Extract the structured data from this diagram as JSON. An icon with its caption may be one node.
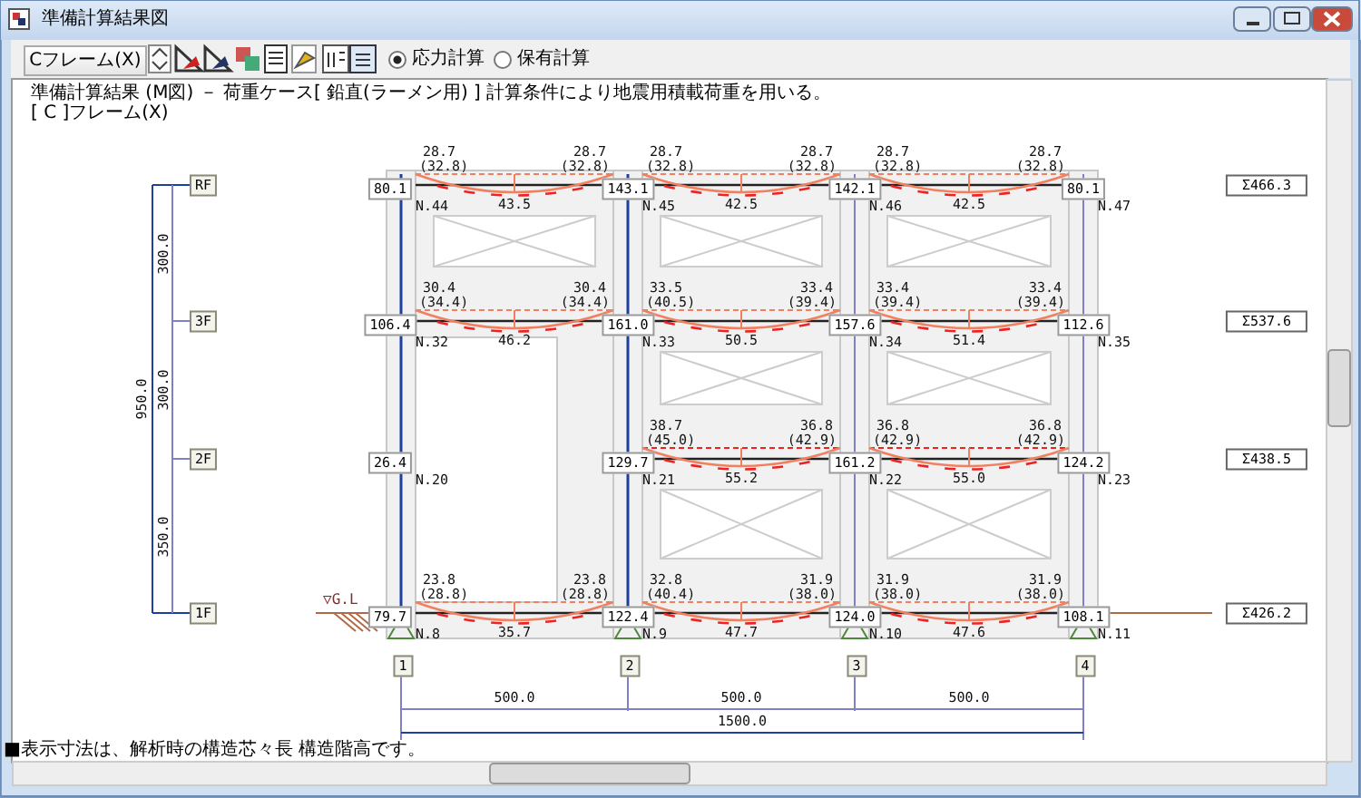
{
  "diagram": {
    "labels": [
      "準備計算結果図",
      "Cフレーム(X)",
      "応力計算",
      "保有計算",
      "準備計算結果 (M図) － 荷重ケース[ 鉛直(ラーメン用) ] 計算条件により地震用積載荷重を用いる。",
      "[ C ]フレーム(X)",
      "RF",
      "80.1",
      "143.1",
      "142.1",
      "80.1",
      "Σ466.3",
      "3F",
      "106.4",
      "161.0",
      "157.6",
      "112.6",
      "Σ537.6",
      "2F",
      "26.4",
      "129.7",
      "161.2",
      "124.2",
      "Σ438.5",
      "1F",
      "79.7",
      "122.4",
      "124.0",
      "108.1",
      "Σ426.2",
      "1",
      "2",
      "3",
      "4",
      "28.7",
      "(32.8)",
      "28.7",
      "(32.8)",
      "43.5",
      "28.7",
      "(32.8)",
      "28.7",
      "(32.8)",
      "42.5",
      "28.7",
      "(32.8)",
      "28.7",
      "(32.8)",
      "42.5",
      "30.4",
      "(34.4)",
      "30.4",
      "(34.4)",
      "46.2",
      "33.5",
      "(40.5)",
      "33.4",
      "(39.4)",
      "50.5",
      "33.4",
      "(39.4)",
      "33.4",
      "(39.4)",
      "51.4",
      "38.7",
      "(45.0)",
      "36.8",
      "(42.9)",
      "55.2",
      "36.8",
      "(42.9)",
      "36.8",
      "(42.9)",
      "55.0",
      "23.8",
      "(28.8)",
      "23.8",
      "(28.8)",
      "35.7",
      "32.8",
      "(40.4)",
      "31.9",
      "(38.0)",
      "47.7",
      "31.9",
      "(38.0)",
      "31.9",
      "(38.0)",
      "47.6",
      "N.44",
      "N.45",
      "N.46",
      "N.47",
      "N.32",
      "N.33",
      "N.34",
      "N.35",
      "N.20",
      "N.21",
      "N.22",
      "N.23",
      "N.8",
      "N.9",
      "N.10",
      "N.11",
      "950.0",
      "300.0",
      "300.0",
      "350.0",
      "▽G.L",
      "500.0",
      "500.0",
      "500.0",
      "1500.0",
      "■表示寸法は、解析時の構造芯々長 構造階高です。"
    ]
  }
}
